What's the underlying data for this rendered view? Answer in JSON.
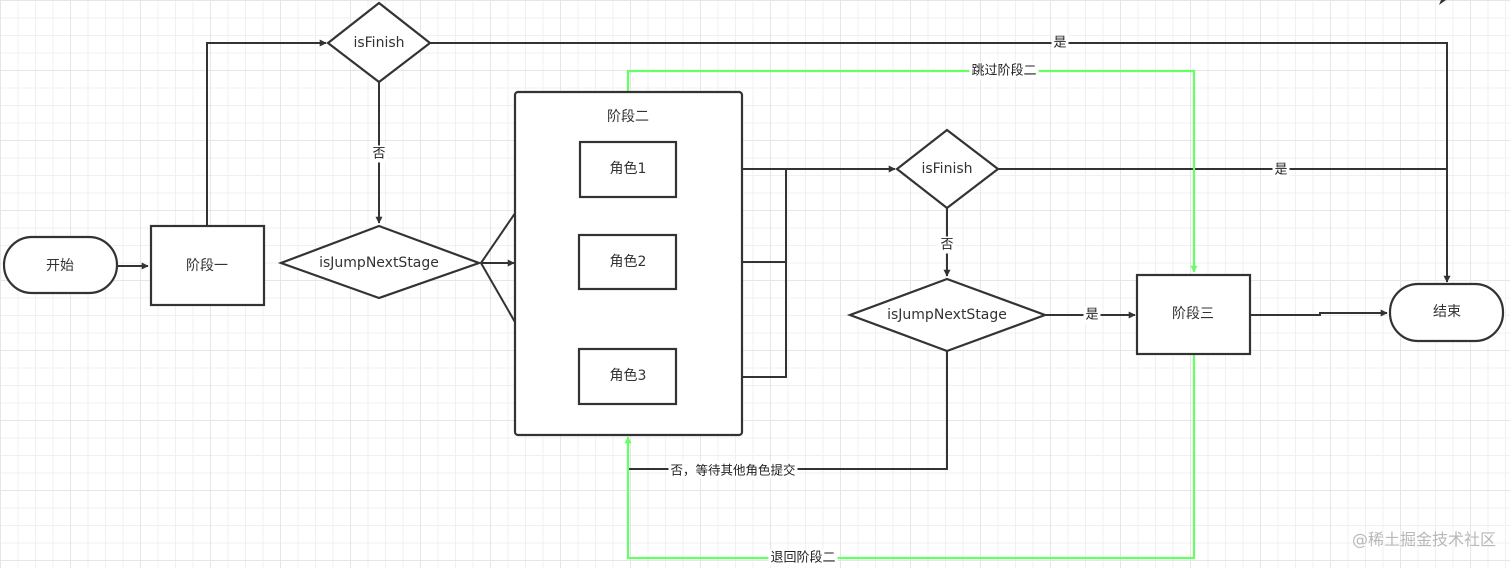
{
  "nodes": {
    "start": "开始",
    "stage1": "阶段一",
    "is_finish_1": "isFinish",
    "is_jump_1": "isJumpNextStage",
    "stage2_container": "阶段二",
    "role1": "角色1",
    "role2": "角色2",
    "role3": "角色3",
    "is_finish_2": "isFinish",
    "is_jump_2": "isJumpNextStage",
    "stage3": "阶段三",
    "end": "结束"
  },
  "edge_labels": {
    "finish1_no": "否",
    "finish1_yes": "是",
    "skip_stage2": "跳过阶段二",
    "finish2_yes": "是",
    "finish2_no": "否",
    "jump2_yes": "是",
    "jump2_no_wait": "否，等待其他角色提交",
    "back_to_stage2": "退回阶段二"
  },
  "colors": {
    "stroke": "#333333",
    "green_flow": "#66ff66"
  },
  "watermark": "@稀土掘金技术社区"
}
